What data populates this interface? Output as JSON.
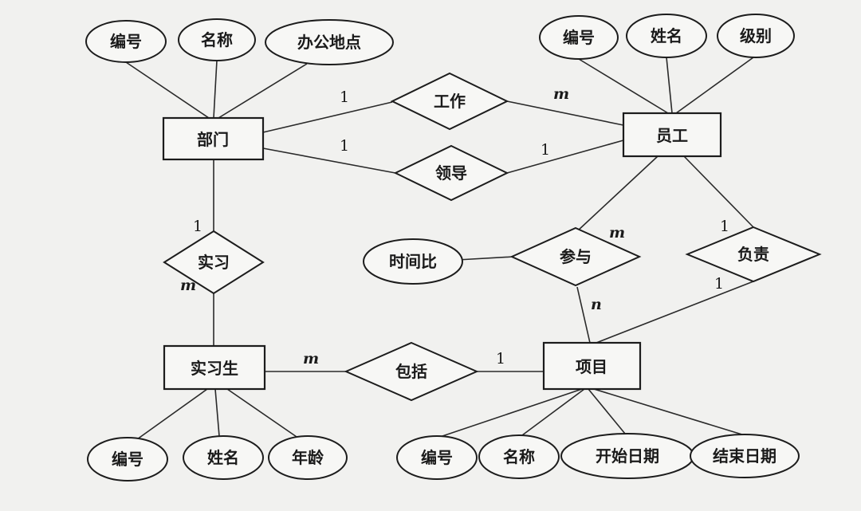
{
  "entities": {
    "department": "部门",
    "employee": "员工",
    "intern": "实习生",
    "project": "项目"
  },
  "relationships": {
    "work": "工作",
    "lead": "领导",
    "internship": "实习",
    "participate": "参与",
    "responsible": "负责",
    "include": "包括"
  },
  "attributes": {
    "dept_id": "编号",
    "dept_name": "名称",
    "dept_office": "办公地点",
    "emp_id": "编号",
    "emp_name": "姓名",
    "emp_level": "级别",
    "time_ratio": "时间比",
    "intern_id": "编号",
    "intern_name": "姓名",
    "intern_age": "年龄",
    "proj_id": "编号",
    "proj_name": "名称",
    "proj_start": "开始日期",
    "proj_end": "结束日期"
  },
  "cardinalities": {
    "work_dept": "1",
    "work_emp": "m",
    "lead_dept": "1",
    "lead_emp": "1",
    "internship_dept": "1",
    "internship_intern": "m",
    "participate_emp": "m",
    "participate_proj": "n",
    "responsible_emp": "1",
    "responsible_proj": "1",
    "include_intern": "m",
    "include_proj": "1"
  }
}
